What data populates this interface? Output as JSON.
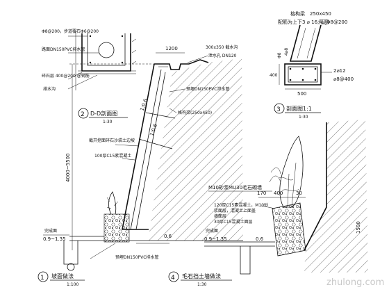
{
  "detail_a": {
    "dim_top": "Φ8@200，步道覆石Φ6@200",
    "pipe_note": "路面DN150PVC排水管",
    "gravel_note": "碎石层 400@200 @钢筋",
    "gutter_note": "排水沟",
    "title": "D-D剖面图",
    "scale": "1:30"
  },
  "detail_b": {
    "beam_size": "250x450",
    "beam_label": "格构梁",
    "rebar_note": "配筋为上下3 ⌀ 16,箍筋",
    "stirrup": "Φ8@200",
    "dim_400": "400",
    "dim_500": "500",
    "left_bars": "4⌀8",
    "right_bars_top": "2⌀12",
    "right_bars_bot": "⌀8@400",
    "title": "剖面图1:1",
    "scale": "1:30"
  },
  "detail_1": {
    "dim_top": "1200",
    "drain_top": "300x350 截水沟",
    "drain_pipe": "泄水孔 DN120",
    "pipe_label": "预埋DN150PVC泄水管",
    "beam_label": "格构梁(250x450)",
    "grass_label": "截开挖面碎石沙袋土边坡",
    "wall_label": "100厚C15素混凝土",
    "height_dim": "4000~5500",
    "slope_ratio": "1:0.6",
    "grade_label": "完成面",
    "grade_value": "0.9~1.35",
    "drain_bottom": "预埋DN150PVC排水管",
    "dim_06": "0.6",
    "title": "坡面做法",
    "scale": "1:100"
  },
  "detail_4": {
    "dim_170": "170",
    "dim_400": "400",
    "dim_30": "30",
    "wall_label": "M10砂浆MU30毛石砌墙",
    "layer1": "120厚C15素混凝土，M10砂",
    "layer2": "浆面层，混凝土上面盖",
    "layer3": "墙面层",
    "layer4": "30厚C15混凝土面层",
    "grade_label": "完成面",
    "grade_value": "0.9~1.35",
    "dim_06": "0.6",
    "dim_1500": "1500",
    "title": "毛石挡土墙做法",
    "scale": "1:30"
  },
  "markers": {
    "m1": "1",
    "m2": "2",
    "m3": "3",
    "m4": "4"
  },
  "watermark": "zhulong.com"
}
